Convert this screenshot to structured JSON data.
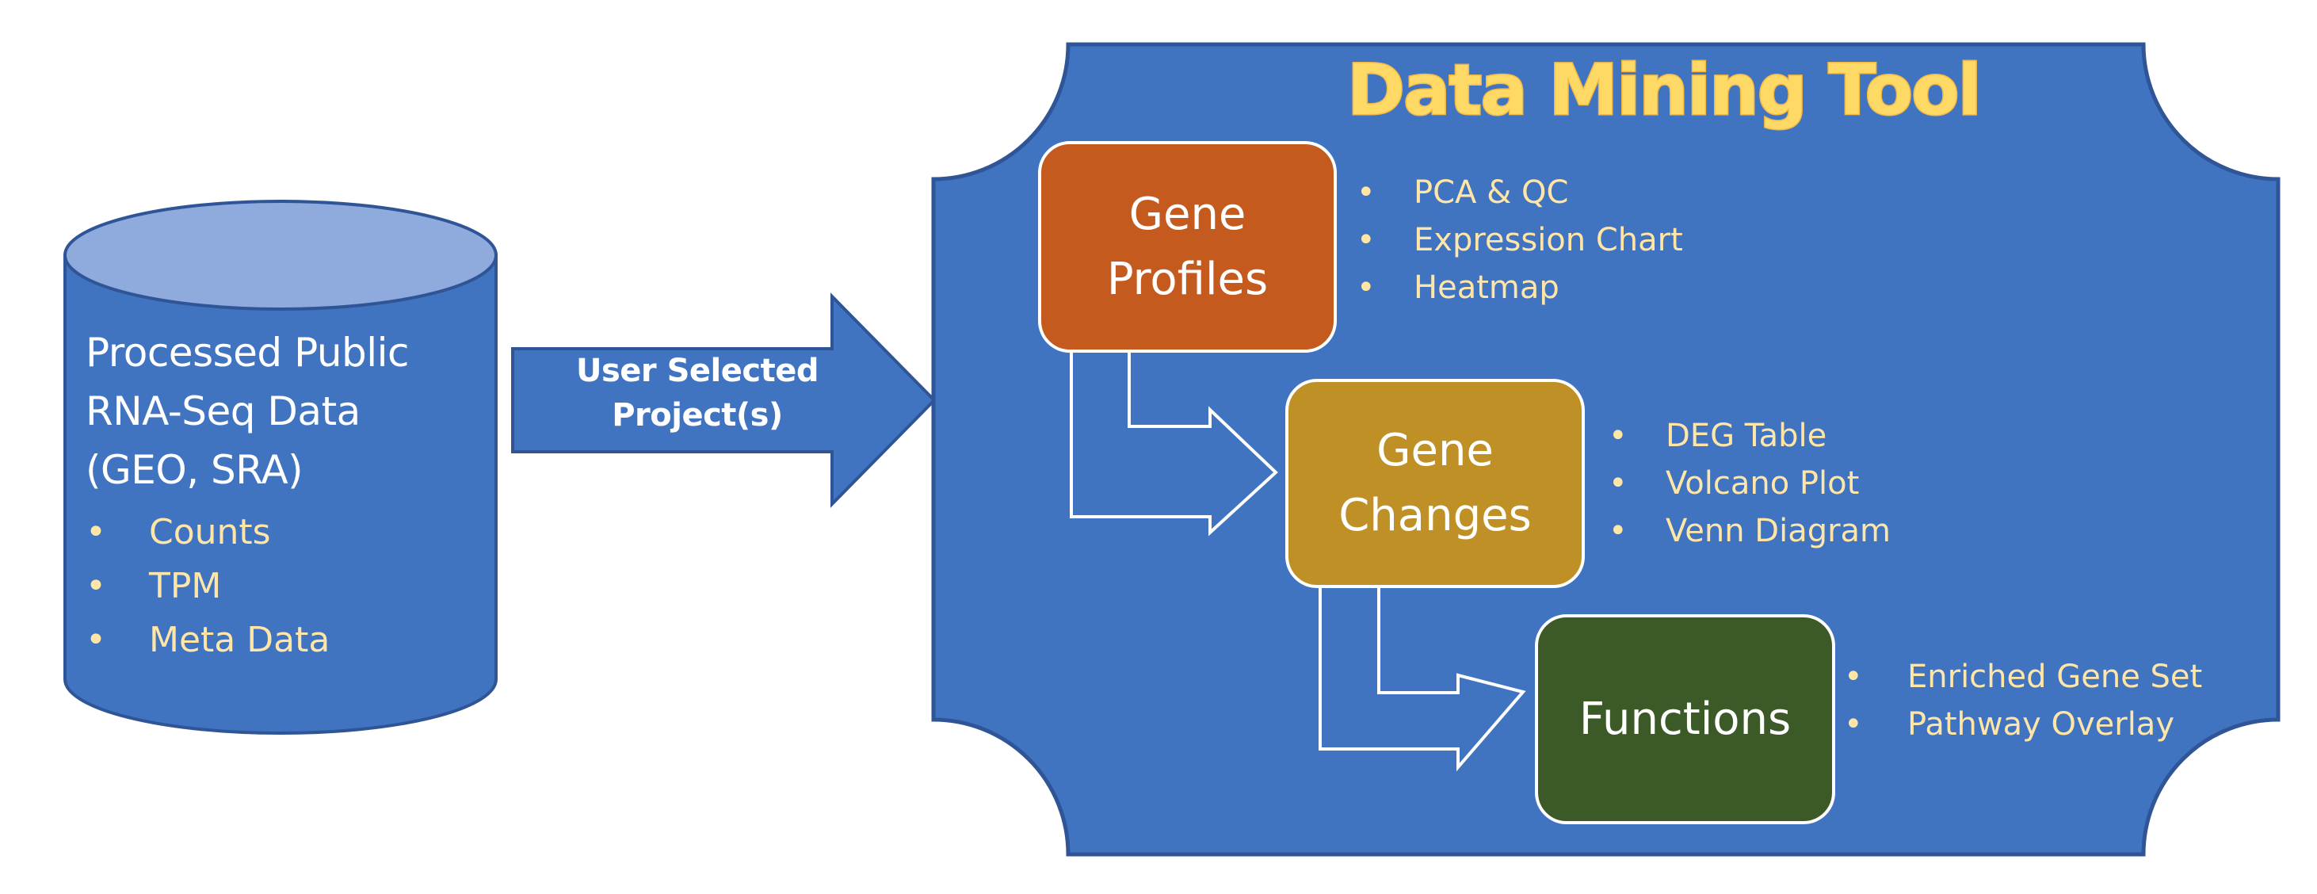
{
  "colors": {
    "panel_blue": "#4174C0",
    "outline_blue": "#2F5597",
    "cylinder_top": "#8FAADC",
    "accent_yellow": "#FFD966",
    "bullet_text": "#FFE6A6",
    "gene_profiles": "#C55A1F",
    "gene_changes": "#BF9026",
    "functions": "#3C5A28"
  },
  "database": {
    "title_lines": [
      "Processed Public",
      "RNA-Seq Data",
      "(GEO, SRA)"
    ],
    "items": [
      "Counts",
      "TPM",
      "Meta Data"
    ]
  },
  "flow_arrow": {
    "label_lines": [
      "User Selected",
      "Project(s)"
    ]
  },
  "panel": {
    "title": "Data Mining Tool",
    "modules": [
      {
        "name_lines": [
          "Gene",
          "Profiles"
        ],
        "features": [
          "PCA & QC",
          "Expression Chart",
          "Heatmap"
        ]
      },
      {
        "name_lines": [
          "Gene",
          "Changes"
        ],
        "features": [
          "DEG Table",
          "Volcano Plot",
          "Venn Diagram"
        ]
      },
      {
        "name_lines": [
          "Functions"
        ],
        "features": [
          "Enriched Gene Set",
          "Pathway Overlay"
        ]
      }
    ]
  }
}
